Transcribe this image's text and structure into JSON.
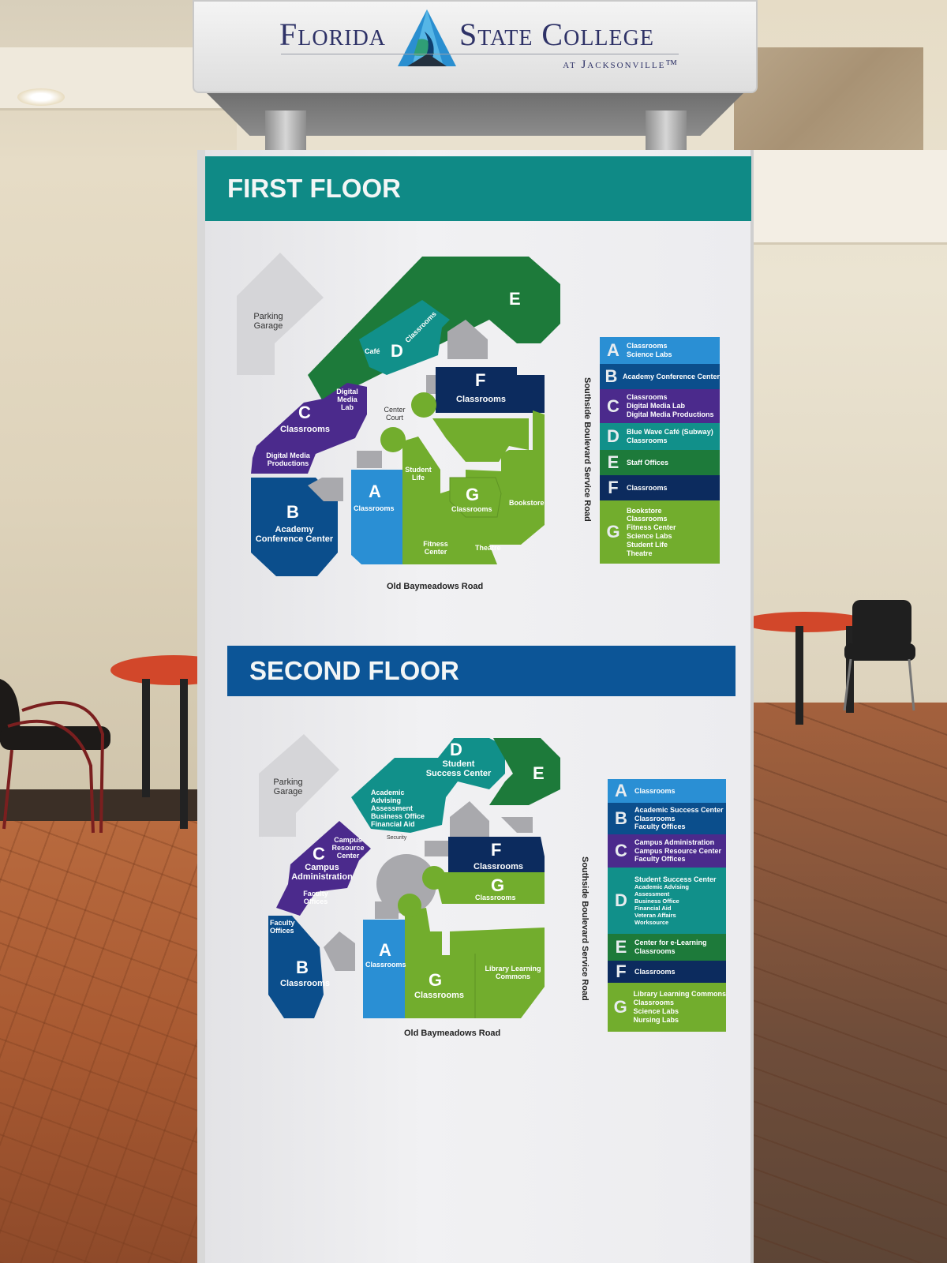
{
  "sign": {
    "brand": {
      "name_left": "Florida",
      "name_right": "State College",
      "subtitle": "at Jacksonville™"
    },
    "colors": {
      "first_floor_header": "#0f8a86",
      "second_floor_header": "#0c5597",
      "A": "#2a8fd4",
      "B": "#0b4e8c",
      "C": "#4b2a8c",
      "D": "#11908a",
      "E": "#1d7a3a",
      "F": "#0c2b5e",
      "G": "#72ad2d",
      "service": "#a9a9ad"
    },
    "first_floor": {
      "title": "FIRST FLOOR",
      "map": {
        "parking": "Parking Garage",
        "center_court": "Center Court",
        "labels": {
          "A_letter": "A",
          "A_text": "Classrooms",
          "B_letter": "B",
          "B_text": "Academy Conference Center",
          "C_letter": "C",
          "C_text": "Classrooms",
          "C_lab": "Digital Media Lab",
          "C_prod": "Digital Media Productions",
          "D_letter": "D",
          "D_text": "Classrooms",
          "D_cafe": "Café",
          "E_letter": "E",
          "F_letter": "F",
          "F_text": "Classrooms",
          "G_letter": "G",
          "G_text": "Classrooms",
          "G_student_life": "Student Life",
          "G_bookstore": "Bookstore",
          "G_fitness": "Fitness Center",
          "G_theatre": "Theatre"
        },
        "road_bottom": "Old Baymeadows Road",
        "road_right": "Southside Boulevard Service Road"
      },
      "legend": [
        {
          "letter": "A",
          "items": [
            "Classrooms",
            "Science Labs"
          ]
        },
        {
          "letter": "B",
          "items": [
            "Academy Conference Center"
          ]
        },
        {
          "letter": "C",
          "items": [
            "Classrooms",
            "Digital Media Lab",
            "Digital Media Productions"
          ]
        },
        {
          "letter": "D",
          "items": [
            "Blue Wave Café (Subway)",
            "Classrooms"
          ]
        },
        {
          "letter": "E",
          "items": [
            "Staff Offices"
          ]
        },
        {
          "letter": "F",
          "items": [
            "Classrooms"
          ]
        },
        {
          "letter": "G",
          "items": [
            "Bookstore",
            "Classrooms",
            "Fitness Center",
            "Science Labs",
            "Student Life",
            "Theatre"
          ]
        }
      ]
    },
    "second_floor": {
      "title": "SECOND FLOOR",
      "map": {
        "parking": "Parking Garage",
        "security": "Security",
        "labels": {
          "A_letter": "A",
          "A_text": "Classrooms",
          "B_letter": "B",
          "B_text": "Classrooms",
          "B_faculty": "Faculty Offices",
          "C_letter": "C",
          "C_text": "Campus Administration",
          "C_resource": "Campus Resource Center",
          "C_faculty": "Faculty Offices",
          "D_letter": "D",
          "D_text": "Student Success Center",
          "D_services": "Academic Advising Assessment Business Office Financial Aid",
          "E_letter": "E",
          "F_letter": "F",
          "F_text": "Classrooms",
          "G_letter": "G",
          "G_text": "Classrooms",
          "G2_letter": "G",
          "G2_text": "Classrooms",
          "G_library": "Library Learning Commons"
        },
        "road_bottom": "Old Baymeadows Road",
        "road_right": "Southside Boulevard Service Road"
      },
      "legend": [
        {
          "letter": "A",
          "items": [
            "Classrooms"
          ]
        },
        {
          "letter": "B",
          "items": [
            "Academic Success Center",
            "Classrooms",
            "Faculty Offices"
          ]
        },
        {
          "letter": "C",
          "items": [
            "Campus Administration",
            "Campus Resource Center",
            "Faculty Offices"
          ]
        },
        {
          "letter": "D",
          "items": [
            "Student Success Center"
          ],
          "sub_items": [
            "Academic Advising",
            "Assessment",
            "Business Office",
            "Financial Aid",
            "Veteran Affairs",
            "Worksource"
          ]
        },
        {
          "letter": "E",
          "items": [
            "Center for e-Learning",
            "Classrooms"
          ]
        },
        {
          "letter": "F",
          "items": [
            "Classrooms"
          ]
        },
        {
          "letter": "G",
          "items": [
            "Library Learning Commons",
            "Classrooms",
            "Science Labs",
            "Nursing Labs"
          ]
        }
      ]
    }
  }
}
